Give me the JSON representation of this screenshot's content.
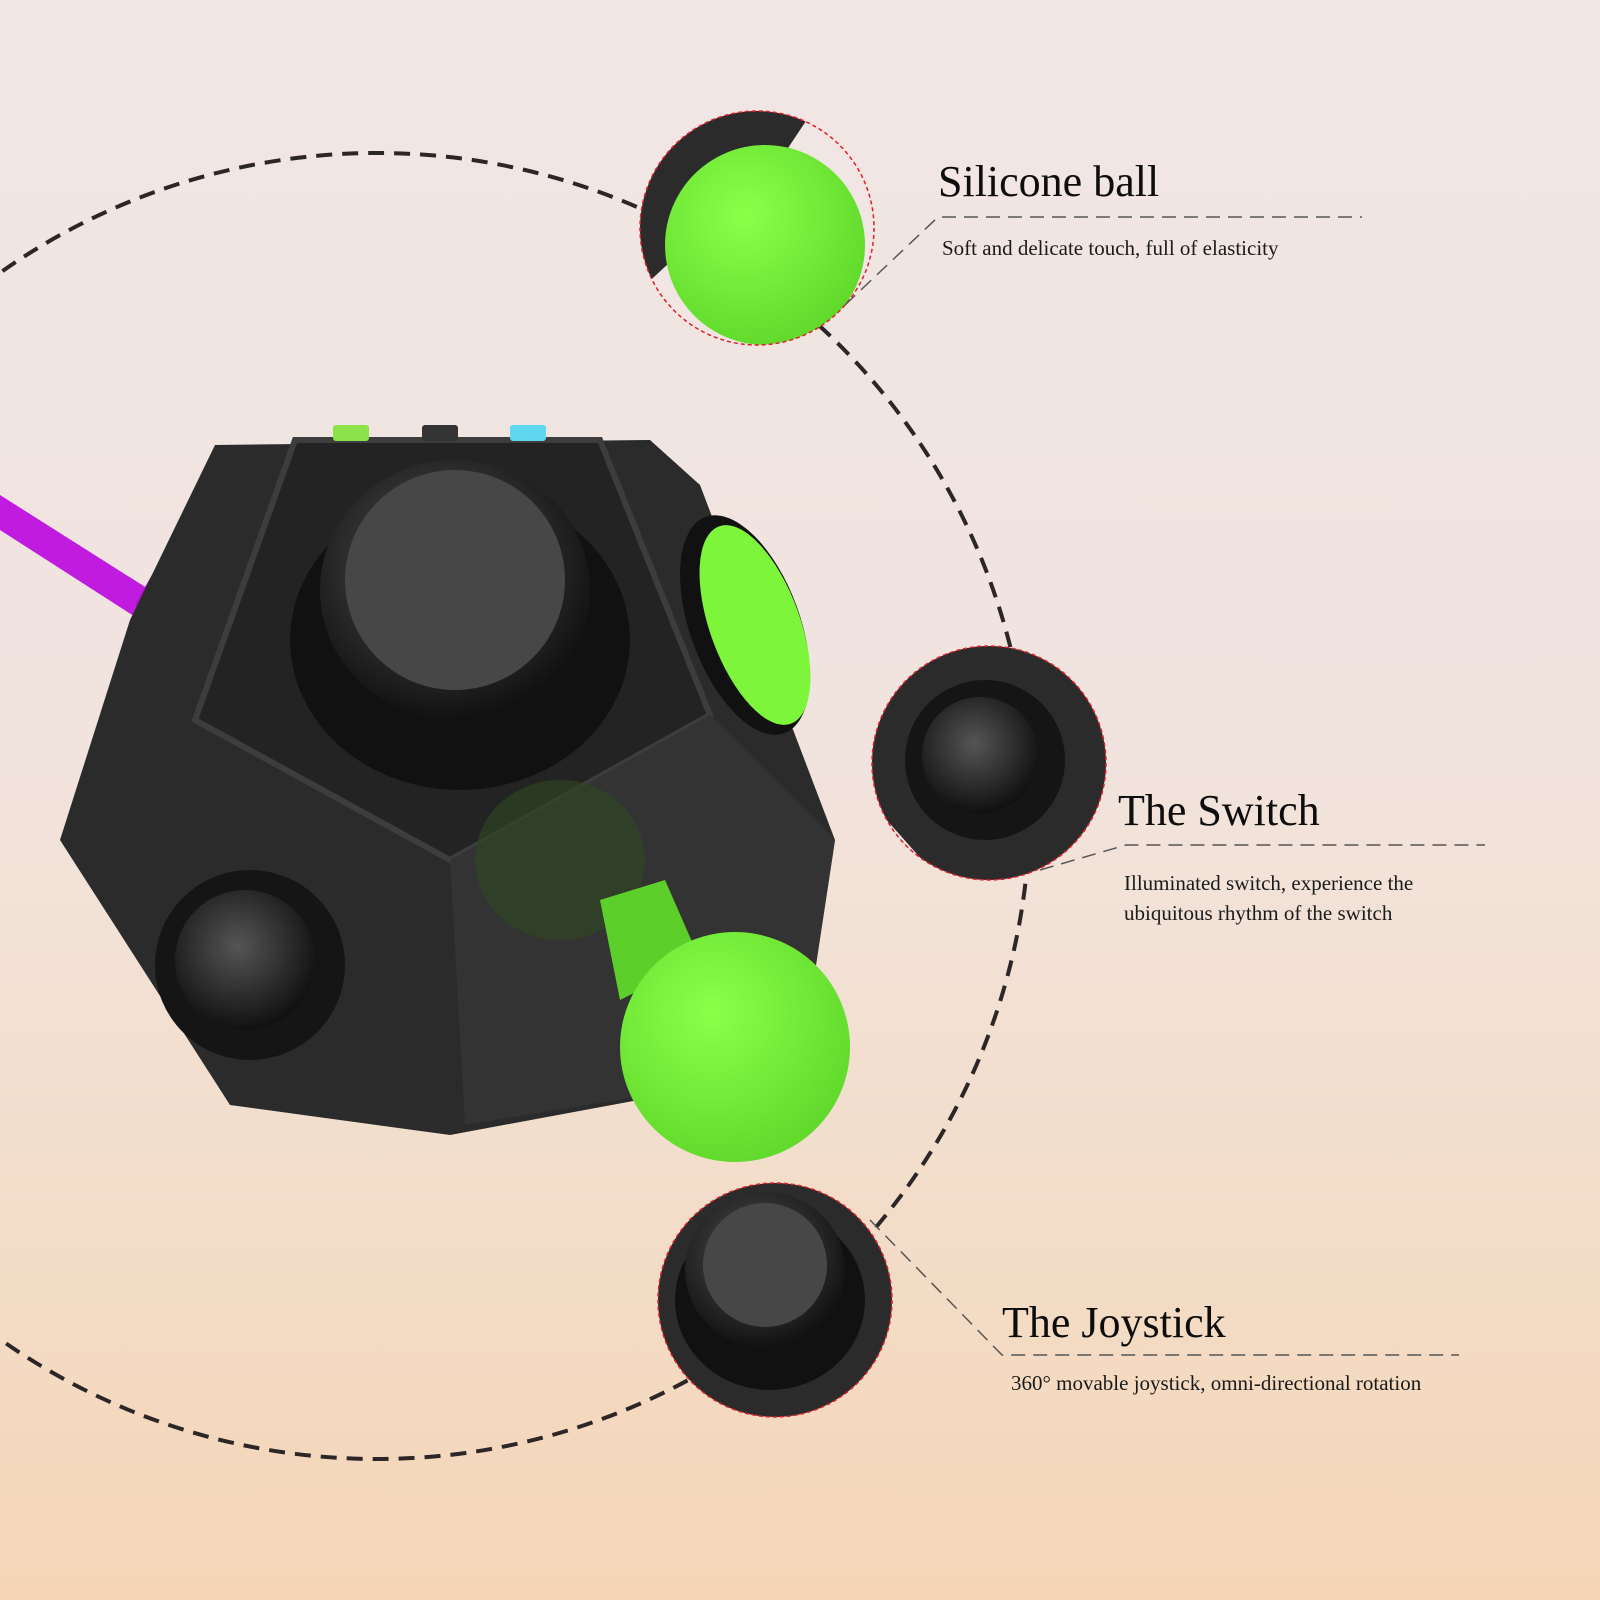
{
  "features": [
    {
      "title": "Silicone ball",
      "description": "Soft and delicate touch, full of elasticity"
    },
    {
      "title": "The Switch",
      "description_lines": [
        "Illuminated switch, experience the",
        "ubiquitous rhythm of the switch"
      ]
    },
    {
      "title": "The Joystick",
      "description": "360° movable joystick, omni-directional rotation"
    }
  ],
  "colors": {
    "green": "#7cf53a",
    "body": "#2b2b2b",
    "strap": "#c21be0",
    "accent_dash": "#e0202a"
  }
}
